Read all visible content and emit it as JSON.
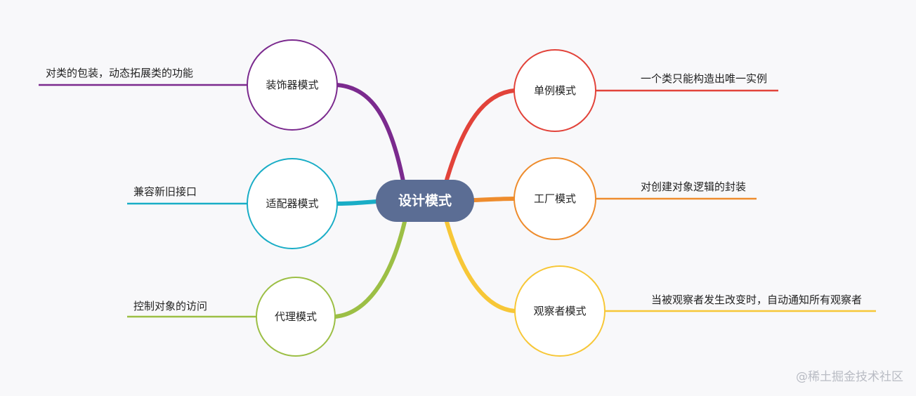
{
  "root": {
    "label": "设计模式",
    "color": "#5b6d94"
  },
  "branches": [
    {
      "key": "decorator",
      "label": "装饰器模式",
      "desc": "对类的包装，动态拓展类的功能",
      "color": "#7b2a8e"
    },
    {
      "key": "adapter",
      "label": "适配器模式",
      "desc": "兼容新旧接口",
      "color": "#19adc6"
    },
    {
      "key": "proxy",
      "label": "代理模式",
      "desc": "控制对象的访问",
      "color": "#9cbf45"
    },
    {
      "key": "singleton",
      "label": "单例模式",
      "desc": "一个类只能构造出唯一实例",
      "color": "#e2433a"
    },
    {
      "key": "factory",
      "label": "工厂模式",
      "desc": "对创建对象逻辑的封装",
      "color": "#ee8c2d"
    },
    {
      "key": "observer",
      "label": "观察者模式",
      "desc": "当被观察者发生改变时，自动通知所有观察者",
      "color": "#f7c737"
    }
  ],
  "watermark": "@稀土掘金技术社区"
}
